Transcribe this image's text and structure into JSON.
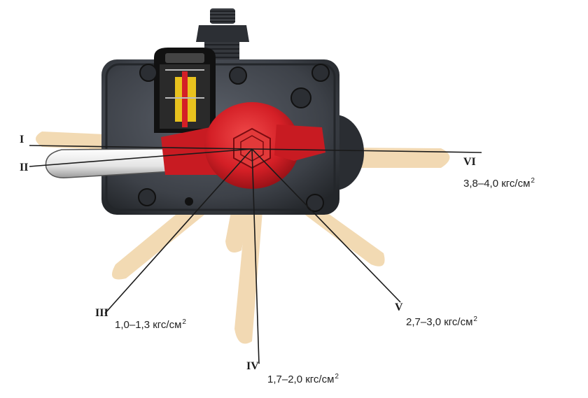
{
  "positions": [
    {
      "id": "I",
      "label": "I"
    },
    {
      "id": "II",
      "label": "II"
    },
    {
      "id": "III",
      "label": "III",
      "value": "1,0–1,3",
      "unit": "кгс/см",
      "exp": "2"
    },
    {
      "id": "IV",
      "label": "IV",
      "value": "1,7–2,0",
      "unit": "кгс/см",
      "exp": "2"
    },
    {
      "id": "V",
      "label": "V",
      "value": "2,7–3,0",
      "unit": "кгс/см",
      "exp": "2"
    },
    {
      "id": "VI",
      "label": "VI",
      "value": "3,8–4,0",
      "unit": "кгс/см",
      "exp": "2"
    }
  ],
  "colors": {
    "body": "#3d4148",
    "body_dark": "#1f2226",
    "handle_red": "#d41f26",
    "ghost_handle": "#f0d3a6",
    "window_yellow": "#e8c21e",
    "line": "#1a1a1a"
  },
  "icons": {
    "pressure_valve": "crane-valve-body",
    "handle": "lever-handle",
    "nut": "hex-nut"
  }
}
